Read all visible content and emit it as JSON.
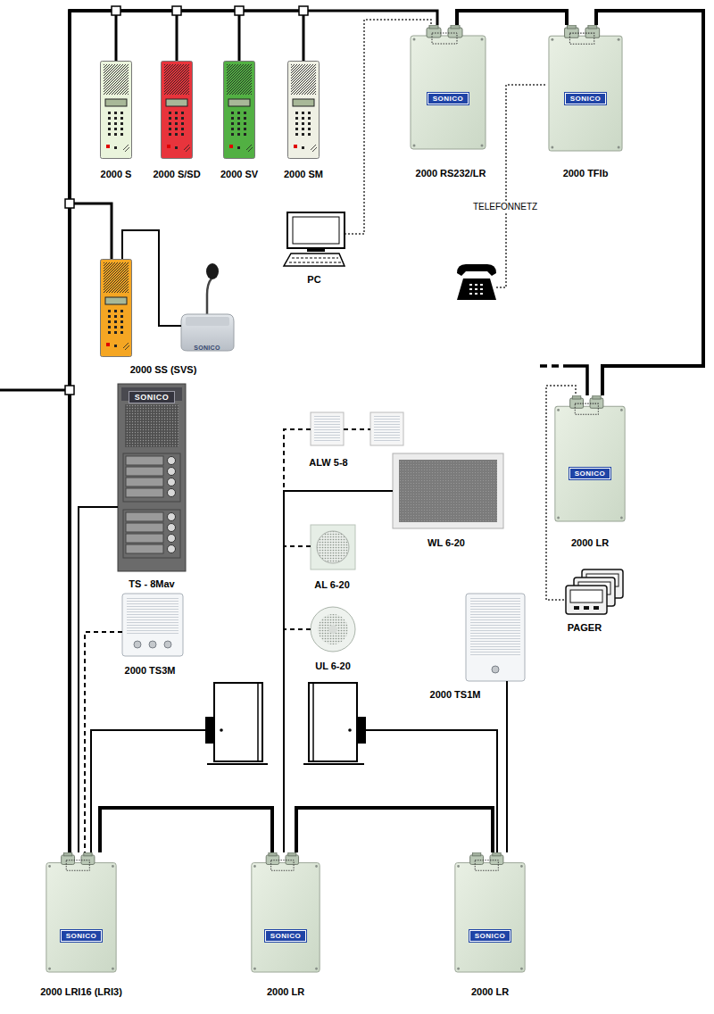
{
  "diagram": {
    "nodes": [
      {
        "text": [
          "2000 S"
        ]
      },
      {
        "text": [
          "2000 S/SD"
        ]
      },
      {
        "text": [
          "2000 SV"
        ]
      },
      {
        "text": [
          "2000 SM"
        ]
      },
      {
        "text": [
          "SONICO",
          "2000 RS232/LR"
        ]
      },
      {
        "text": [
          "SONICO",
          "2000 TFIb"
        ]
      },
      {
        "text": [
          "PC"
        ]
      },
      {
        "text": [
          "2000 SS (SVS)"
        ]
      },
      {
        "text": [
          "SONICO"
        ]
      },
      {
        "text": [
          "SONICO",
          "TS - 8Mav"
        ]
      },
      {
        "text": [
          "SONICO",
          "2000 LR"
        ]
      },
      {
        "text": [
          "ALW 5-8"
        ]
      },
      {
        "text": [
          "WL 6-20"
        ]
      },
      {
        "text": [
          "AL 6-20"
        ]
      },
      {
        "text": [
          "UL 6-20"
        ]
      },
      {
        "text": [
          "PAGER"
        ]
      },
      {
        "text": [
          "2000 TS3M"
        ]
      },
      {
        "text": [
          "2000 TS1M"
        ]
      },
      {
        "text": [
          "SONICO",
          "2000 LRI16 (LRI3)"
        ]
      },
      {
        "text": [
          "SONICO",
          "2000 LR"
        ]
      },
      {
        "text": [
          "SONICO",
          "2000 LR"
        ]
      }
    ],
    "edges": [
      {
        "from": 0,
        "to": 18,
        "arrow": "none"
      },
      {
        "from": 1,
        "to": 18,
        "arrow": "none"
      },
      {
        "from": 2,
        "to": 18,
        "arrow": "none"
      },
      {
        "from": 3,
        "to": 18,
        "arrow": "none"
      },
      {
        "from": 4,
        "to": 18,
        "arrow": "none"
      },
      {
        "from": 7,
        "to": 18,
        "arrow": "none"
      },
      {
        "from": 7,
        "to": 8,
        "arrow": "none"
      },
      {
        "from": 4,
        "to": 5,
        "arrow": "none"
      },
      {
        "from": 5,
        "to": 10,
        "arrow": "none"
      },
      {
        "from": 6,
        "to": 4,
        "arrow": "none"
      },
      {
        "from": 15,
        "to": 10,
        "arrow": "none"
      },
      {
        "from": 9,
        "to": 18,
        "arrow": "none"
      },
      {
        "from": 16,
        "to": 18,
        "arrow": "none"
      },
      {
        "from": 18,
        "to": 19,
        "arrow": "none"
      },
      {
        "from": 19,
        "to": 20,
        "arrow": "none"
      },
      {
        "from": 11,
        "to": 19,
        "arrow": "none"
      },
      {
        "from": 12,
        "to": 19,
        "arrow": "none"
      },
      {
        "from": 13,
        "to": 19,
        "arrow": "none"
      },
      {
        "from": 14,
        "to": 19,
        "arrow": "none"
      },
      {
        "from": 17,
        "to": 20,
        "arrow": "none"
      }
    ],
    "labels": [
      "TELEFONNETZ"
    ]
  }
}
